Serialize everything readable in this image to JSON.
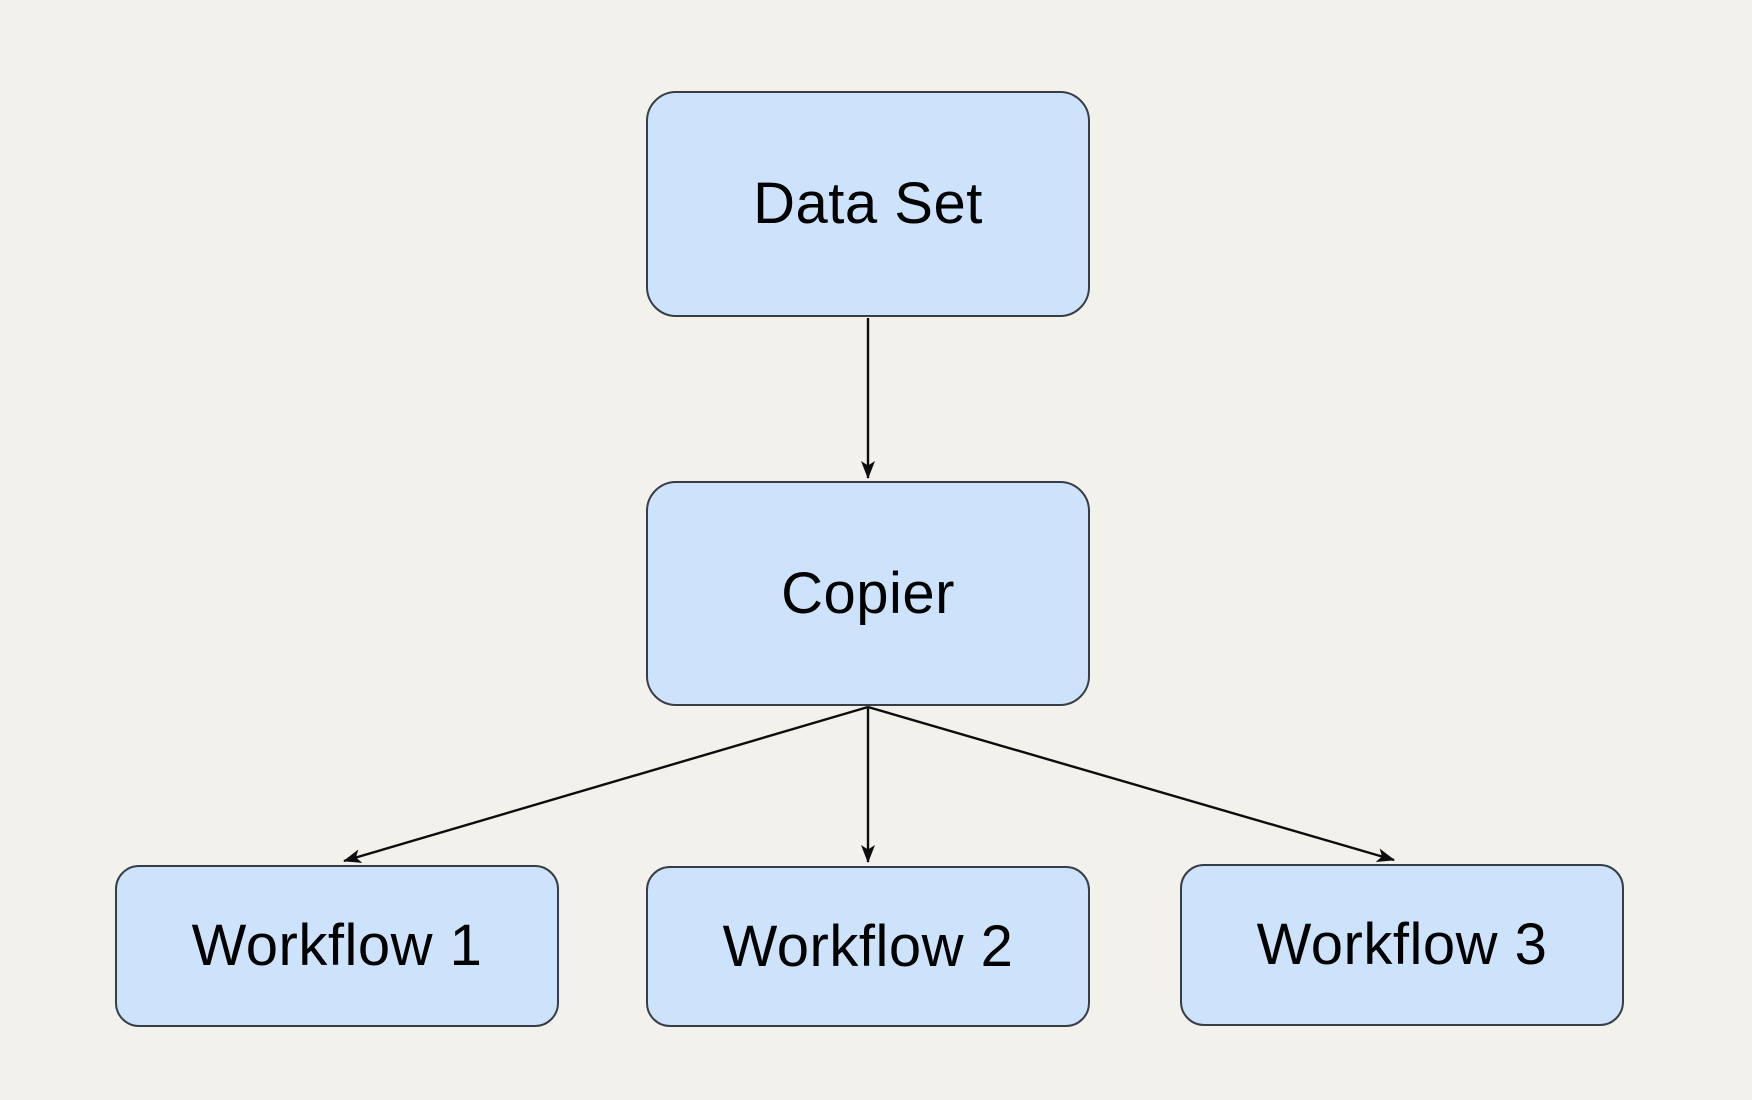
{
  "diagram": {
    "type": "flowchart",
    "colors": {
      "background": "#f2f1ec",
      "node_fill": "#cde3fb",
      "node_stroke": "#383e48",
      "arrow": "#0d0d0d",
      "text": "#000000"
    },
    "nodes": [
      {
        "id": "data-set",
        "label": "Data Set"
      },
      {
        "id": "copier",
        "label": "Copier"
      },
      {
        "id": "workflow-1",
        "label": "Workflow 1"
      },
      {
        "id": "workflow-2",
        "label": "Workflow 2"
      },
      {
        "id": "workflow-3",
        "label": "Workflow 3"
      }
    ],
    "edges": [
      {
        "from": "data-set",
        "to": "copier"
      },
      {
        "from": "copier",
        "to": "workflow-1"
      },
      {
        "from": "copier",
        "to": "workflow-2"
      },
      {
        "from": "copier",
        "to": "workflow-3"
      }
    ]
  }
}
